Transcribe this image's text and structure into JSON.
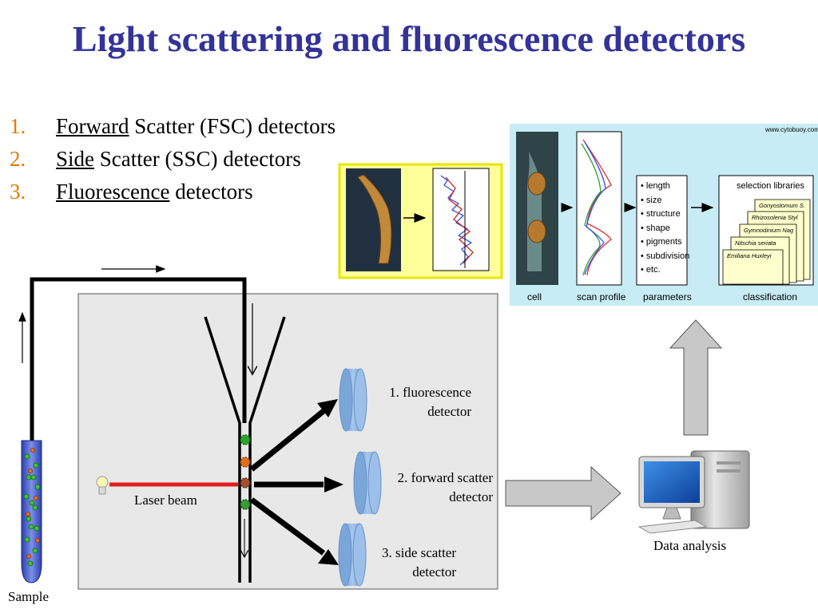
{
  "title": "Light scattering and fluorescence detectors",
  "list": [
    {
      "num": "1.",
      "underlined": "Forward",
      "rest": " Scatter (FSC) detectors"
    },
    {
      "num": "2.",
      "underlined": "Side",
      "rest": " Scatter (SSC) detectors"
    },
    {
      "num": "3.",
      "underlined": "Fluorescence",
      "rest": " detectors"
    }
  ],
  "labels": {
    "fluorescence_detector": [
      "1. fluorescence",
      "detector"
    ],
    "forward_scatter_detector": [
      "2. forward scatter",
      "detector"
    ],
    "side_scatter_detector": [
      "3. side scatter",
      "detector"
    ],
    "laser_beam": "Laser beam",
    "sample": "Sample",
    "data_analysis": "Data analysis"
  },
  "inset": {
    "url": "www.cytobuoy.com",
    "stages": [
      "cell",
      "scan profile",
      "parameters",
      "classification"
    ],
    "parameters": [
      "length",
      "size",
      "structure",
      "shape",
      "pigments",
      "subdivision",
      "etc."
    ],
    "selection_title": "selection libraries",
    "libraries": [
      "Gonyostomum S.",
      "Rhizosolenia Styl",
      "Gymnodinium Nag",
      "Nitschia seriata",
      "Emiliana Huxleyi"
    ]
  },
  "colors": {
    "title": "#333399",
    "list_number": "#e07b00",
    "panel_bg": "#e8e8e8",
    "detector": "#8fb6e0",
    "laser": "#e02020",
    "inset_bg": "#c8ecf5",
    "thumb_bg": "#ffff99"
  }
}
